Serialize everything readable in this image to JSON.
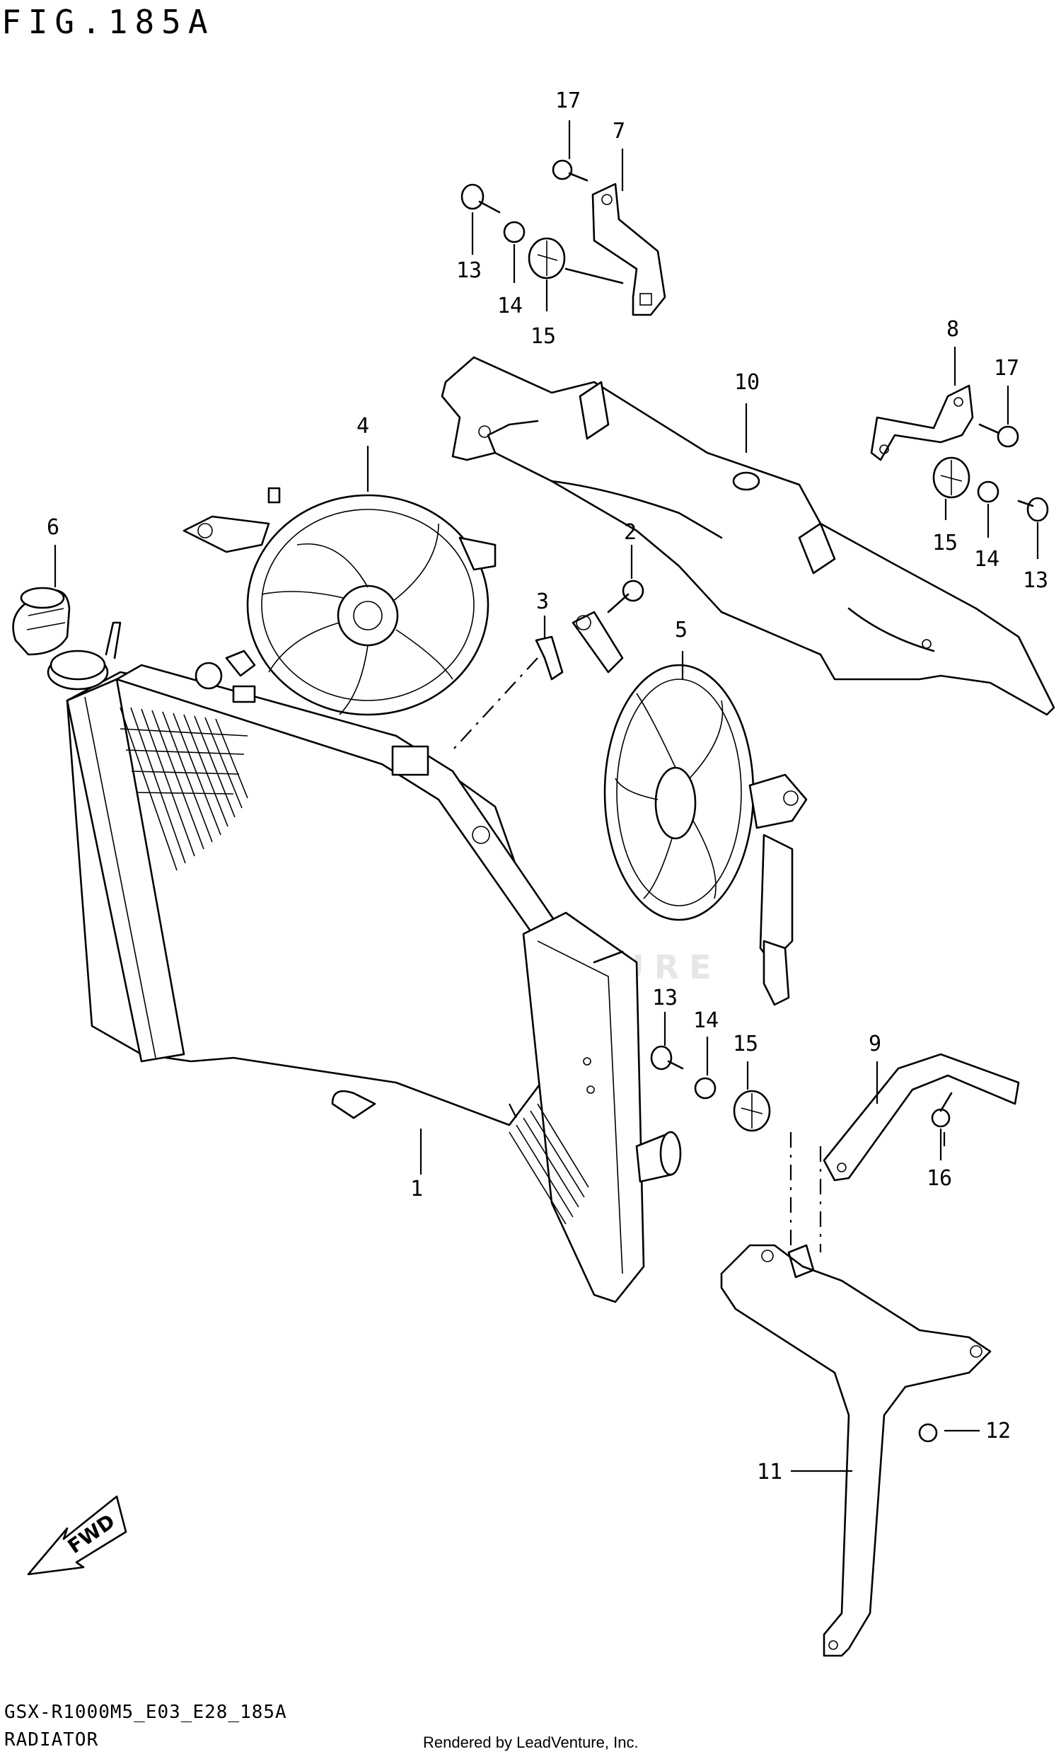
{
  "header": {
    "figure_title": "FIG.185A"
  },
  "footer": {
    "model_code": "GSX-R1000M5_E03_E28_185A",
    "section_name": "RADIATOR",
    "credit": "Rendered by LeadVenture, Inc."
  },
  "watermark": {
    "text": "LEADVENTURE"
  },
  "fwd_arrow": {
    "label": "FWD"
  },
  "callouts": {
    "c1": "1",
    "c2": "2",
    "c3": "3",
    "c4": "4",
    "c5": "5",
    "c6": "6",
    "c7": "7",
    "c8": "8",
    "c9": "9",
    "c10": "10",
    "c11": "11",
    "c12": "12",
    "c13_top": "13",
    "c14_top": "14",
    "c15_top": "15",
    "c17_top": "17",
    "c17_right": "17",
    "c15_right": "15",
    "c14_right": "14",
    "c13_right": "13",
    "c13_mid": "13",
    "c14_mid": "14",
    "c15_mid": "15",
    "c16": "16"
  },
  "colors": {
    "line": "#000000",
    "background": "#ffffff",
    "watermark": "#e6e6e6"
  }
}
